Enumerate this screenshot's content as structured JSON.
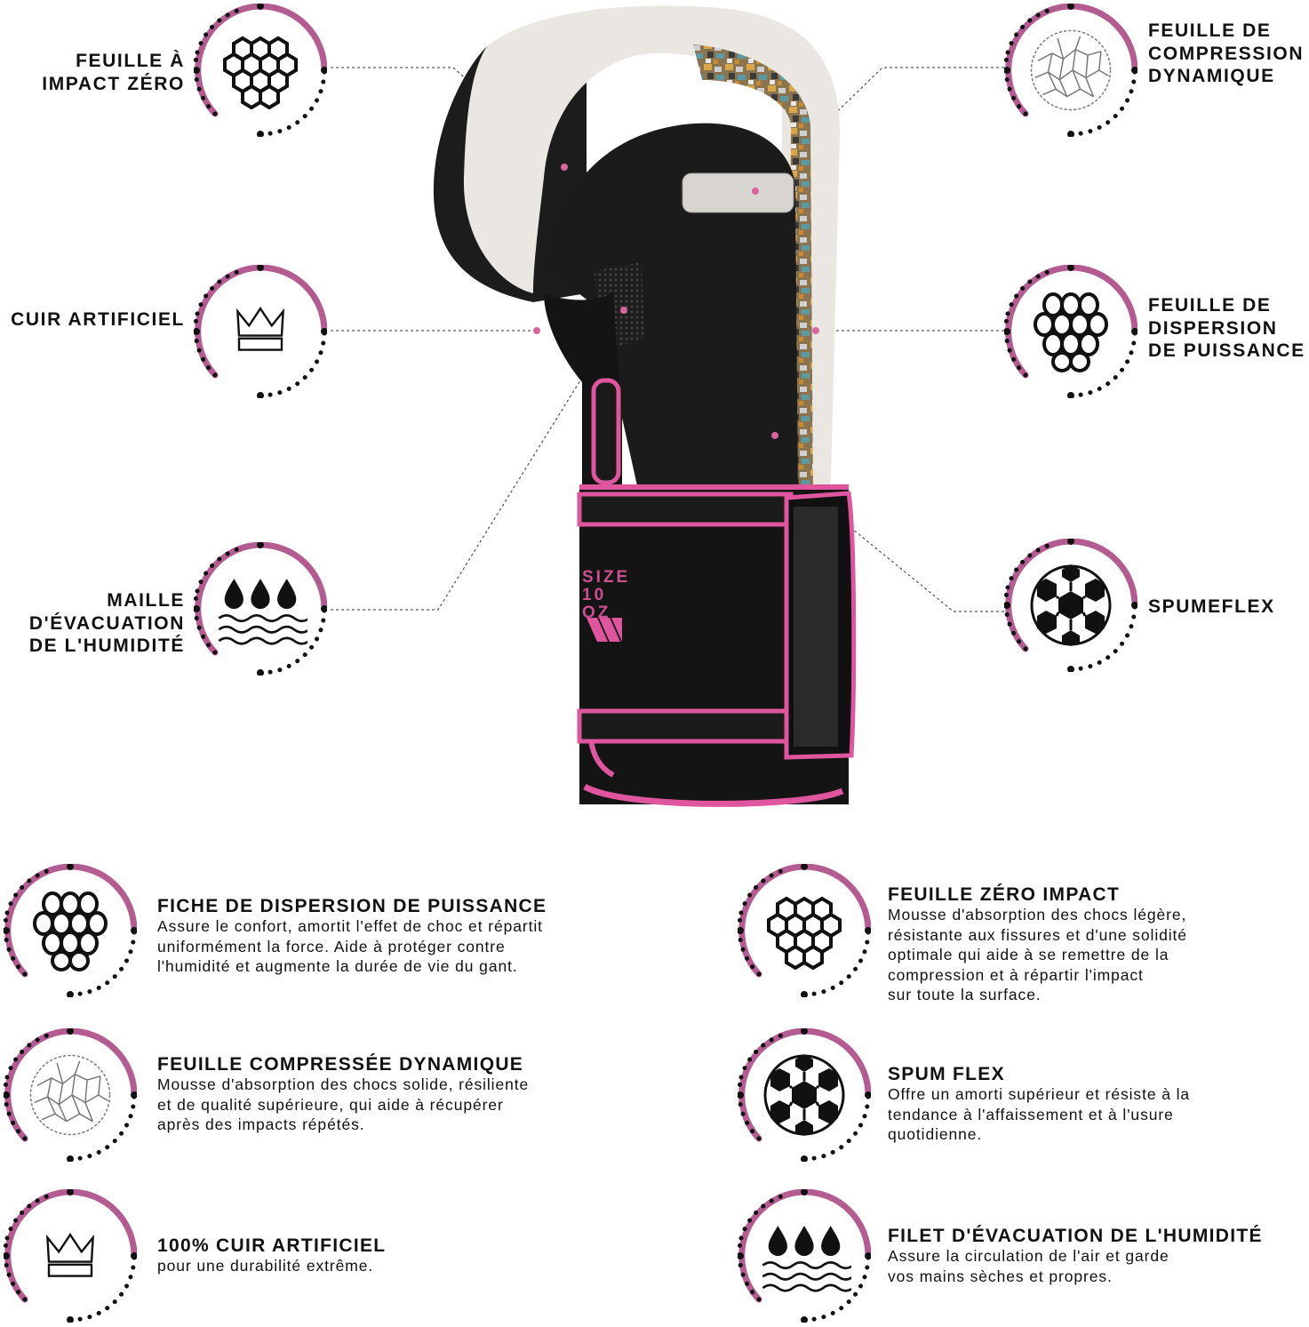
{
  "colors": {
    "accent": "#b45c92",
    "pink": "#e0569e",
    "ink": "#111111"
  },
  "callouts": {
    "zero_impact": {
      "icon": "hexagon-mesh-icon",
      "lines": [
        "FEUILLE À",
        "IMPACT ZÉRO"
      ]
    },
    "artificial_leather": {
      "icon": "crown-icon",
      "lines": [
        "CUIR ARTIFICIEL"
      ]
    },
    "moisture_mesh": {
      "icon": "water-drops-icon",
      "lines": [
        "MAILLE",
        "D'ÉVACUATION",
        "DE L'HUMIDITÉ"
      ]
    },
    "dynamic_compression": {
      "icon": "cracked-pattern-icon",
      "lines": [
        "FEUILLE DE",
        "COMPRESSION",
        "DYNAMIQUE"
      ]
    },
    "power_dispersion": {
      "icon": "circle-mesh-icon",
      "lines": [
        "FEUILLE DE",
        "DISPERSION",
        "DE PUISSANCE"
      ]
    },
    "spumeflex": {
      "icon": "hexagon-ball-icon",
      "lines": [
        "SPUMEFLEX"
      ]
    }
  },
  "glove": {
    "size_label_lines": [
      "SIZE",
      "10 OZ"
    ]
  },
  "features": {
    "left": [
      {
        "icon": "circle-mesh-icon",
        "title": "FICHE DE DISPERSION DE PUISSANCE",
        "lines": [
          "Assure le confort, amortit l'effet de choc et répartit",
          "uniformément la force. Aide à protéger contre",
          "l'humidité et augmente la durée de vie du gant."
        ]
      },
      {
        "icon": "cracked-pattern-icon",
        "title": "FEUILLE COMPRESSÉE DYNAMIQUE",
        "lines": [
          "Mousse d'absorption des chocs solide, résiliente",
          "et de qualité supérieure, qui aide à récupérer",
          "après des impacts répétés."
        ]
      },
      {
        "icon": "crown-icon",
        "title": "100% CUIR ARTIFICIEL",
        "lines": [
          "pour une durabilité extrême."
        ]
      }
    ],
    "right": [
      {
        "icon": "hexagon-mesh-icon",
        "title": "FEUILLE ZÉRO IMPACT",
        "lines": [
          "Mousse d'absorption des chocs légère,",
          "résistante aux fissures et d'une solidité",
          "optimale qui aide à se remettre de la",
          "compression et à répartir l'impact",
          "sur toute la surface."
        ]
      },
      {
        "icon": "hexagon-ball-icon",
        "title": "SPUM FLEX",
        "lines": [
          "Offre un amorti supérieur et résiste à la",
          "tendance à l'affaissement et à l'usure",
          "quotidienne."
        ]
      },
      {
        "icon": "water-drops-icon",
        "title": "FILET D'ÉVACUATION DE L'HUMIDITÉ",
        "lines": [
          "Assure la circulation de l'air et garde",
          "vos mains sèches et propres."
        ]
      }
    ]
  }
}
